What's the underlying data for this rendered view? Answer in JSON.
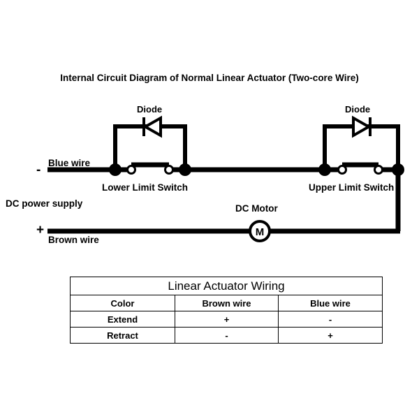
{
  "title": "Internal Circuit Diagram of Normal Linear Actuator (Two-core Wire)",
  "diagram": {
    "diode_left_label": "Diode",
    "diode_right_label": "Diode",
    "blue_wire_label": "Blue wire",
    "brown_wire_label": "Brown wire",
    "power_supply_label": "DC power supply",
    "negative_sign": "-",
    "positive_sign": "+",
    "lower_switch_label": "Lower Limit Switch",
    "upper_switch_label": "Upper Limit Switch",
    "motor_label": "DC Motor",
    "motor_symbol": "M",
    "line_color": "#000000",
    "background_color": "#ffffff"
  },
  "table": {
    "title": "Linear Actuator Wiring",
    "columns": [
      "Color",
      "Brown wire",
      "Blue wire"
    ],
    "rows": [
      {
        "color": "Extend",
        "brown": "+",
        "blue": "-"
      },
      {
        "color": "Retract",
        "brown": "-",
        "blue": "+"
      }
    ]
  }
}
